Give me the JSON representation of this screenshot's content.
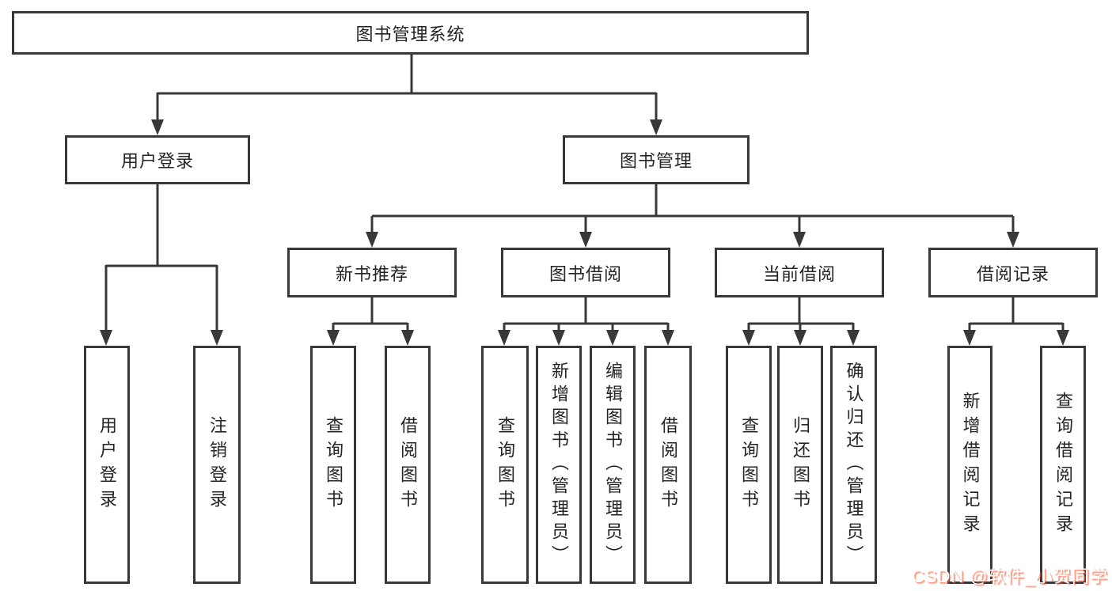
{
  "diagram": {
    "type": "hierarchy-tree",
    "colors": {
      "line": "#383838",
      "box_border": "#383838",
      "text": "#242424",
      "background": "#ffffff",
      "watermark_text": "#ffffff",
      "watermark_shadow": "#fc5531"
    },
    "nodes": {
      "root": "图书管理系统",
      "user_login": "用户登录",
      "book_mgmt": "图书管理",
      "new_book_rec": "新书推荐",
      "book_borrow": "图书借阅",
      "current_borrow": "当前借阅",
      "borrow_records": "借阅记录",
      "ul_login": "用户登录",
      "ul_logout": "注销登录",
      "nb_query": "查询图书",
      "nb_borrow": "借阅图书",
      "bb_query": "查询图书",
      "bb_add": "新增图书（管理员）",
      "bb_edit": "编辑图书（管理员）",
      "bb_borrow": "借阅图书",
      "cb_query": "查询图书",
      "cb_return": "归还图书",
      "cb_confirm": "确认归还（管理员）",
      "br_add": "新增借阅记录",
      "br_query": "查询借阅记录"
    },
    "tree": {
      "root": "图书管理系统",
      "children": [
        {
          "label": "用户登录",
          "children": [
            "用户登录",
            "注销登录"
          ]
        },
        {
          "label": "图书管理",
          "children": [
            {
              "label": "新书推荐",
              "children": [
                "查询图书",
                "借阅图书"
              ]
            },
            {
              "label": "图书借阅",
              "children": [
                "查询图书",
                "新增图书（管理员）",
                "编辑图书（管理员）",
                "借阅图书"
              ]
            },
            {
              "label": "当前借阅",
              "children": [
                "查询图书",
                "归还图书",
                "确认归还（管理员）"
              ]
            },
            {
              "label": "借阅记录",
              "children": [
                "新增借阅记录",
                "查询借阅记录"
              ]
            }
          ]
        }
      ]
    },
    "watermark": "CSDN @软件_小贺同学"
  }
}
